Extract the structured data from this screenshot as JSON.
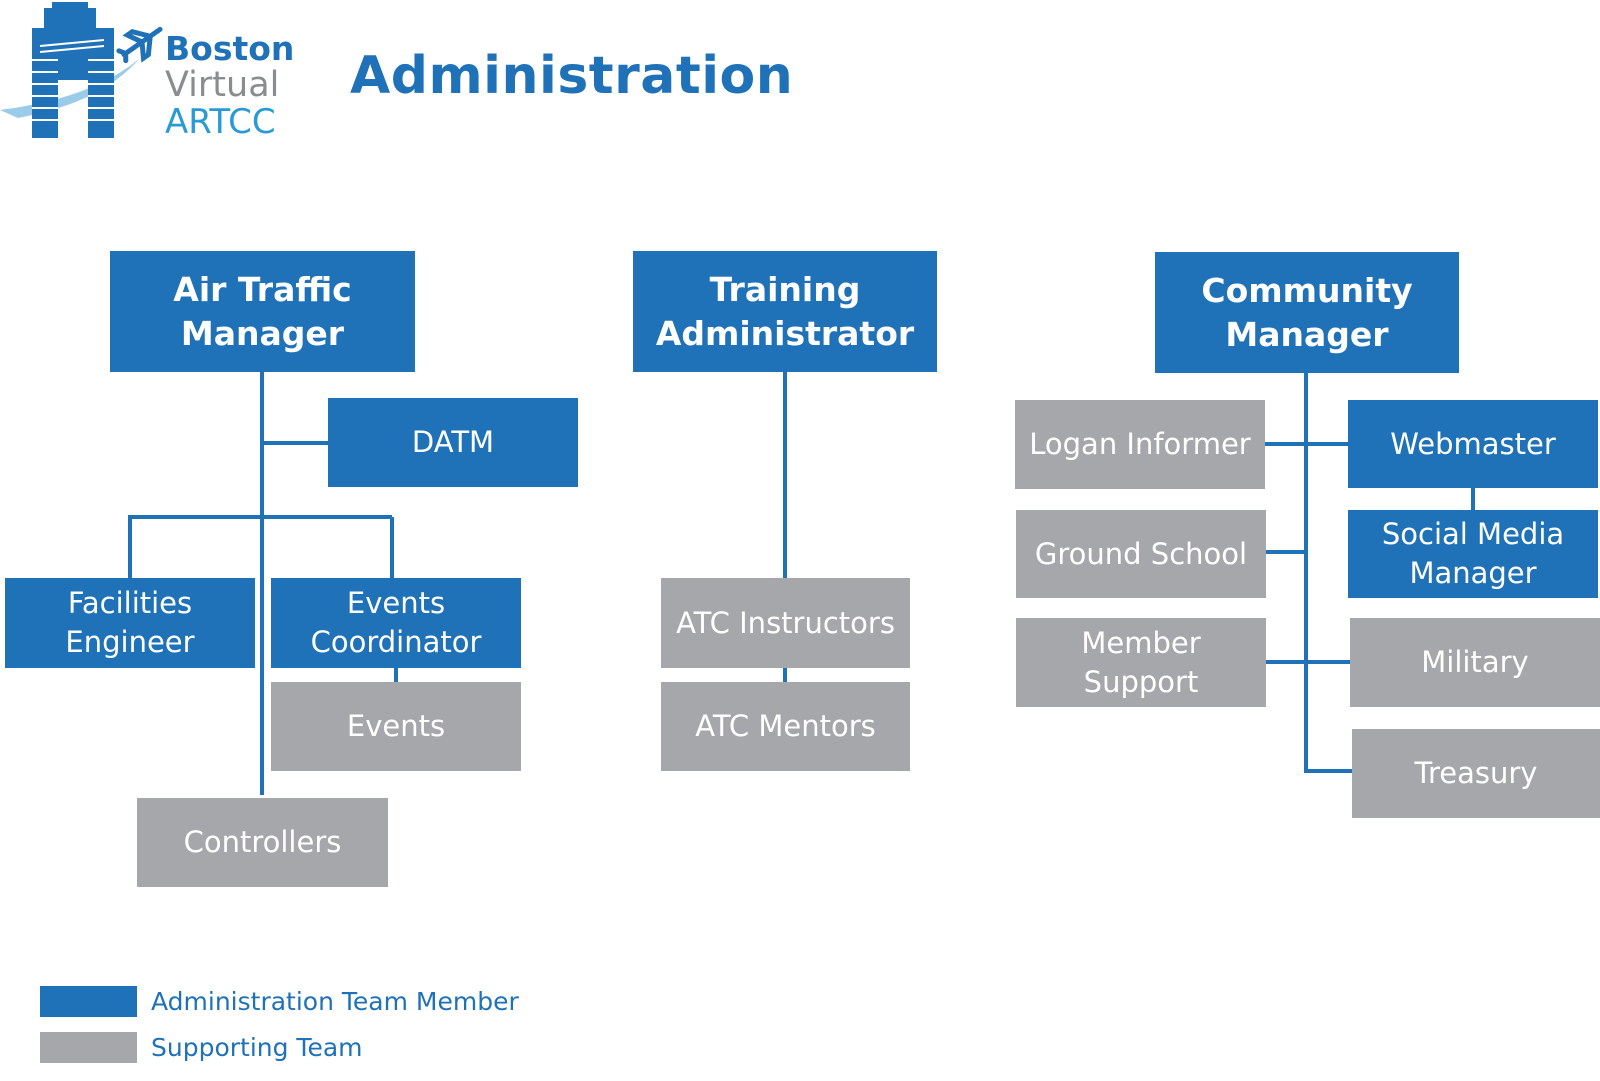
{
  "header": {
    "logo": {
      "line1": "Boston",
      "line2": "Virtual",
      "line3": "ARTCC"
    },
    "title": "Administration"
  },
  "colors": {
    "admin": "#1f72b8",
    "support": "#a5a7aa",
    "connector": "#1f72b8"
  },
  "chart": {
    "heads": {
      "air_traffic_manager": {
        "line1": "Air Traffic",
        "line2": "Manager",
        "team": "admin"
      },
      "training_administrator": {
        "line1": "Training",
        "line2": "Administrator",
        "team": "admin"
      },
      "community_manager": {
        "line1": "Community",
        "line2": "Manager",
        "team": "admin"
      }
    },
    "nodes": {
      "datm": {
        "line1": "DATM",
        "team": "admin"
      },
      "facilities_engineer": {
        "line1": "Facilities",
        "line2": "Engineer",
        "team": "admin"
      },
      "events_coordinator": {
        "line1": "Events",
        "line2": "Coordinator",
        "team": "admin"
      },
      "events": {
        "line1": "Events",
        "team": "support"
      },
      "controllers": {
        "line1": "Controllers",
        "team": "support"
      },
      "atc_instructors": {
        "line1": "ATC Instructors",
        "team": "support"
      },
      "atc_mentors": {
        "line1": "ATC Mentors",
        "team": "support"
      },
      "logan_informer": {
        "line1": "Logan Informer",
        "team": "support"
      },
      "ground_school": {
        "line1": "Ground School",
        "team": "support"
      },
      "member_support": {
        "line1": "Member",
        "line2": "Support",
        "team": "support"
      },
      "webmaster": {
        "line1": "Webmaster",
        "team": "admin"
      },
      "social_media_manager": {
        "line1": "Social Media",
        "line2": "Manager",
        "team": "admin"
      },
      "military": {
        "line1": "Military",
        "team": "support"
      },
      "treasury": {
        "line1": "Treasury",
        "team": "support"
      }
    },
    "relations": [
      [
        "air_traffic_manager",
        "datm"
      ],
      [
        "air_traffic_manager",
        "facilities_engineer"
      ],
      [
        "air_traffic_manager",
        "events_coordinator"
      ],
      [
        "events_coordinator",
        "events"
      ],
      [
        "air_traffic_manager",
        "controllers"
      ],
      [
        "training_administrator",
        "atc_instructors"
      ],
      [
        "atc_instructors",
        "atc_mentors"
      ],
      [
        "community_manager",
        "logan_informer"
      ],
      [
        "community_manager",
        "webmaster"
      ],
      [
        "webmaster",
        "social_media_manager"
      ],
      [
        "community_manager",
        "ground_school"
      ],
      [
        "community_manager",
        "member_support"
      ],
      [
        "community_manager",
        "military"
      ],
      [
        "community_manager",
        "treasury"
      ]
    ]
  },
  "legend": {
    "admin_label": "Administration Team Member",
    "support_label": "Supporting Team"
  }
}
